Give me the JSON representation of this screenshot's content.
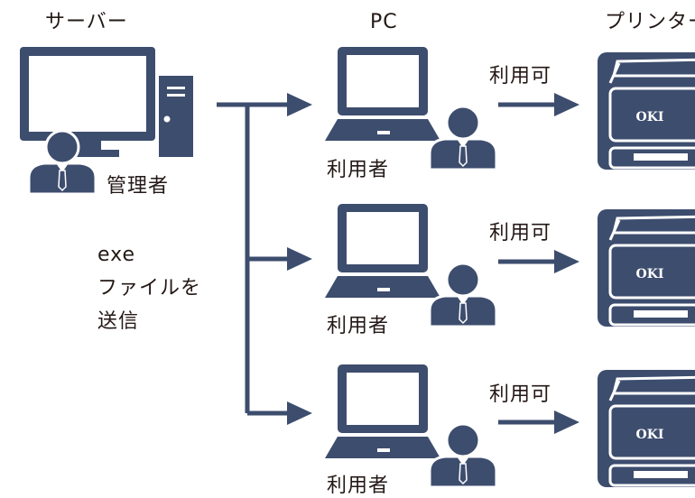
{
  "headings": {
    "server": "サーバー",
    "pc": "PC",
    "printer": "プリンター"
  },
  "server": {
    "admin_label": "管理者"
  },
  "transfer_note": {
    "line1": "exe",
    "line2": "ファイルを",
    "line3": "送信"
  },
  "rows": [
    {
      "user_label": "利用者",
      "arrow_label": "利用可",
      "printer_brand": "OKI"
    },
    {
      "user_label": "利用者",
      "arrow_label": "利用可",
      "printer_brand": "OKI"
    },
    {
      "user_label": "利用者",
      "arrow_label": "利用可",
      "printer_brand": "OKI"
    }
  ],
  "colors": {
    "icon": "#3d4d6e",
    "text": "#231815",
    "background": "#ffffff",
    "tie": "#ffffff"
  }
}
